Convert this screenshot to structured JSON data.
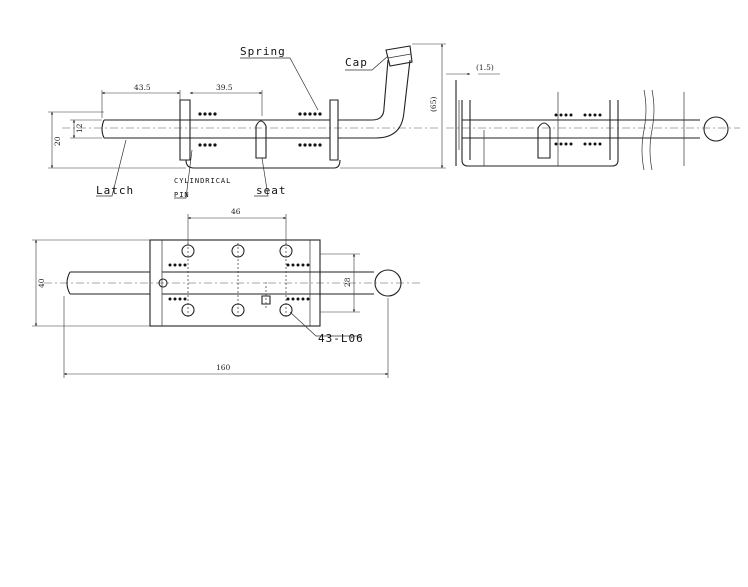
{
  "labels": {
    "spring": "Spring",
    "cap": "Cap",
    "latch": "Latch",
    "cylindrical_pin_line1": "CYLINDRICAL",
    "cylindrical_pin_line2": "PIN",
    "seat": "seat",
    "hole": "43-L06"
  },
  "dimensions": {
    "d_43_5": "43.5",
    "d_39_5": "39.5",
    "d_1_5": "(1.5)",
    "d_65": "(65)",
    "d_12": "12",
    "d_20": "20",
    "d_46": "46",
    "d_40": "40",
    "d_28": "28",
    "d_160": "160"
  },
  "colors": {
    "line": "#222222",
    "background": "#ffffff"
  }
}
